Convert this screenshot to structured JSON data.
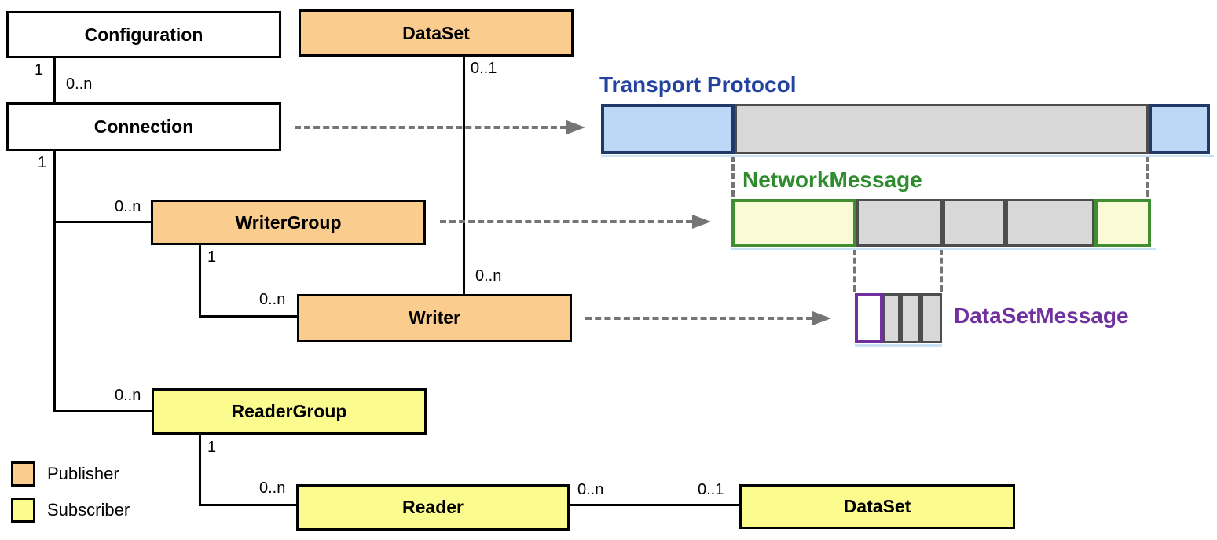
{
  "diagram": {
    "nodes": {
      "configuration": {
        "label": "Configuration",
        "role": "configuration"
      },
      "dataset_top": {
        "label": "DataSet",
        "role": "publisher"
      },
      "connection": {
        "label": "Connection",
        "role": "configuration"
      },
      "writer_group": {
        "label": "WriterGroup",
        "role": "publisher"
      },
      "writer": {
        "label": "Writer",
        "role": "publisher"
      },
      "reader_group": {
        "label": "ReaderGroup",
        "role": "subscriber"
      },
      "reader": {
        "label": "Reader",
        "role": "subscriber"
      },
      "dataset_bottom": {
        "label": "DataSet",
        "role": "subscriber"
      }
    },
    "multiplicity": {
      "cfg_conn_1": "1",
      "cfg_conn_n": "0..n",
      "ds_writer_01": "0..1",
      "conn_1": "1",
      "conn_wg_n": "0..n",
      "wg_1": "1",
      "wg_writer_n": "0..n",
      "ds_writer_n": "0..n",
      "conn_rg_n": "0..n",
      "rg_1": "1",
      "rg_reader_n": "0..n",
      "reader_ds_n": "0..n",
      "reader_ds_01": "0..1"
    },
    "message_labels": {
      "transport_protocol": "Transport Protocol",
      "network_message": "NetworkMessage",
      "dataset_message": "DataSetMessage"
    },
    "legend": {
      "publisher": "Publisher",
      "subscriber": "Subscriber"
    }
  },
  "palette": {
    "orange": "#FACC8E",
    "yellow": "#FCFC8E",
    "pale_yellow": "#FAFAD6",
    "light_blue": "#BDD7F7",
    "navy": "#1F3968",
    "green_border": "#3F8E2F",
    "green_text": "#2E8B2E",
    "purple": "#7030A0",
    "blue_text": "#2343A0",
    "gray_fill": "#D8D8D8",
    "gray_border": "#4D4D4D",
    "dash_gray": "#757575",
    "shadow_blue": "#C9E2F6"
  }
}
